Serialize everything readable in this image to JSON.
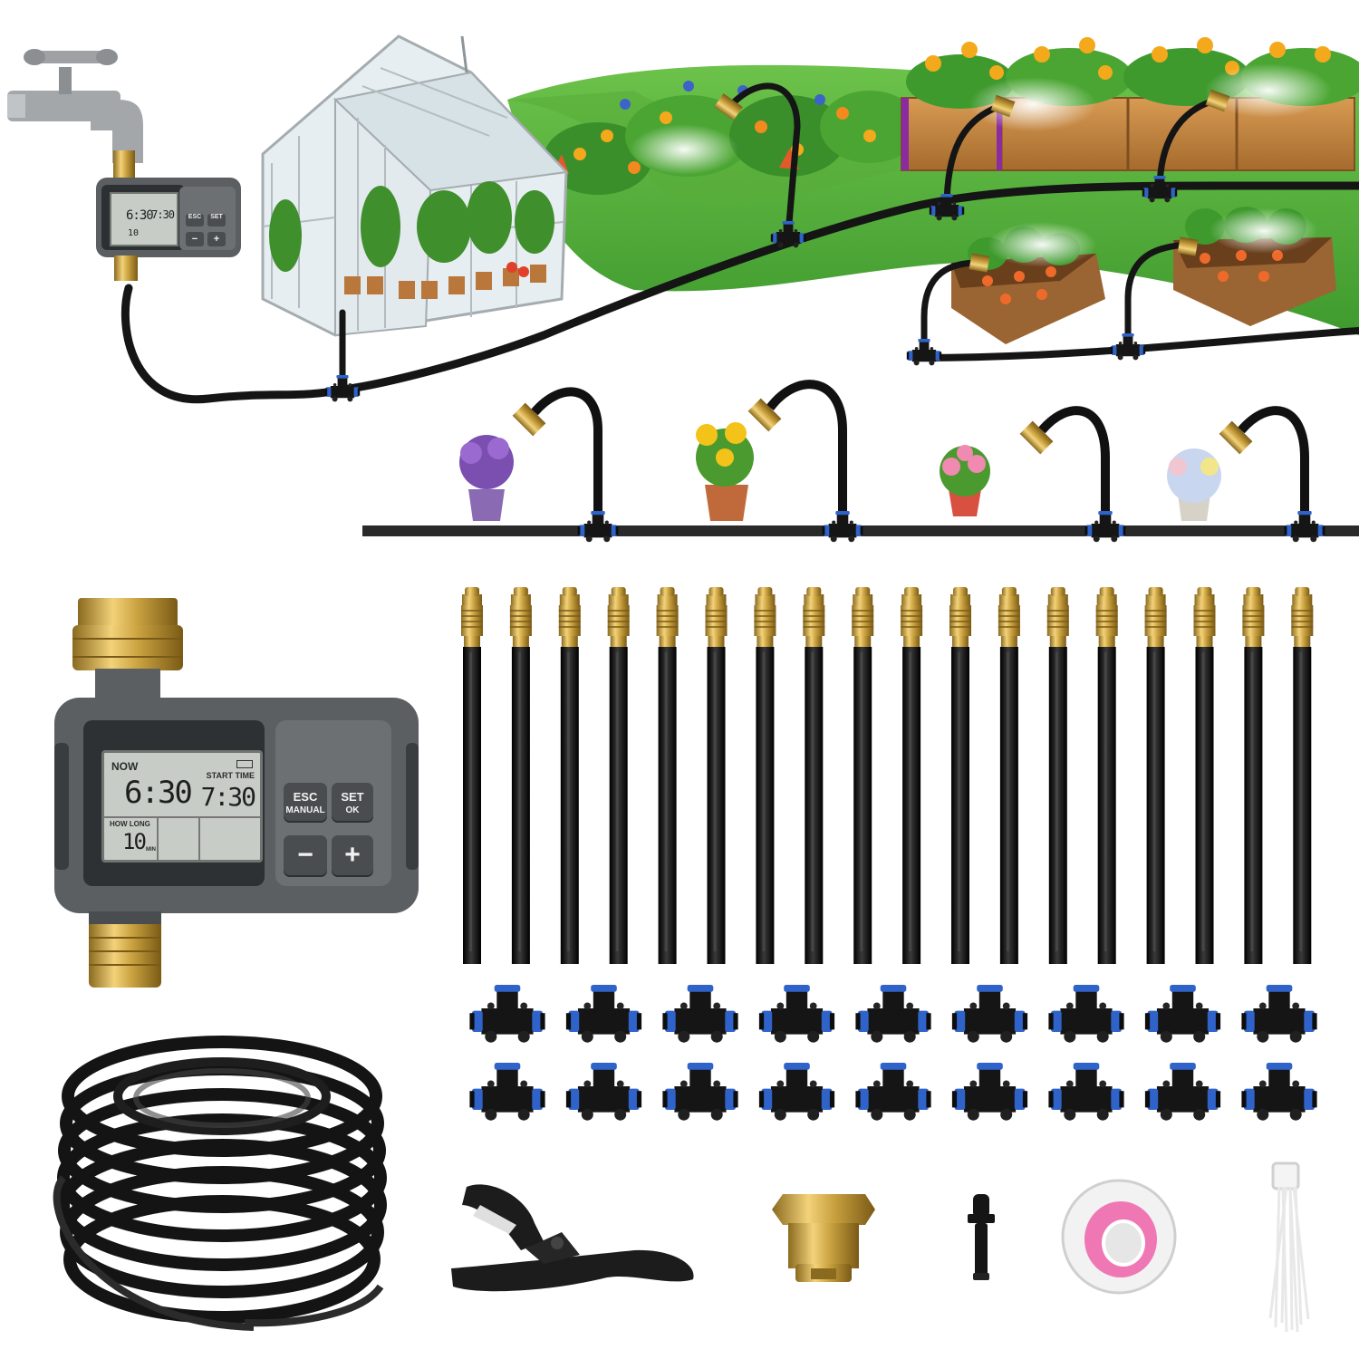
{
  "timer": {
    "now_label": "NOW",
    "current_time": "6:30",
    "start_label": "START TIME",
    "start_time": "7:30",
    "how_long_label": "HOW LONG",
    "duration": "10",
    "duration_unit": "MIN",
    "esc_label": "ESC",
    "manual_label": "MANUAL",
    "set_label": "SET",
    "ok_label": "OK",
    "minus_label": "−",
    "plus_label": "+"
  },
  "kit": {
    "nozzle_tubes": 18,
    "tee_connectors": 18,
    "colors": {
      "tube": "#111111",
      "brass": "#c9a13f",
      "tee_ring": "#2f63c9",
      "timer_body": "#5b5f61",
      "lawn": "#58b23c",
      "tape_ring": "#ef78b4"
    }
  }
}
